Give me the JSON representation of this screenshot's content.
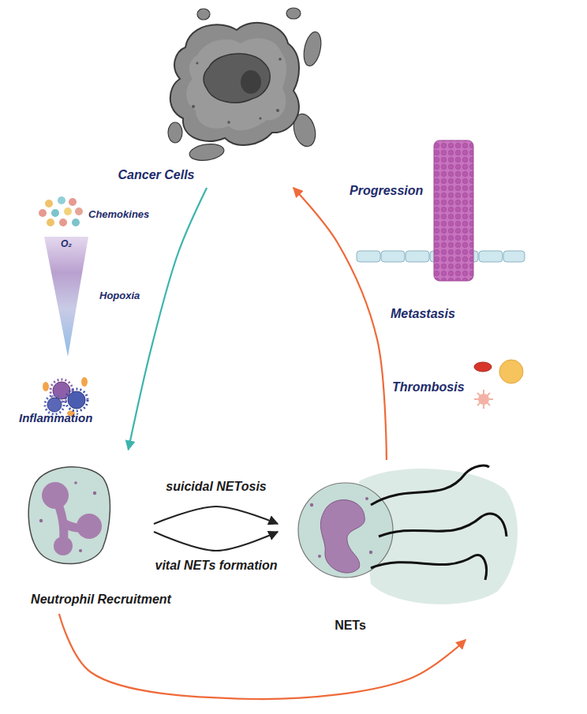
{
  "diagram": {
    "nodes": [
      {
        "text": [
          "Cancer Cells"
        ]
      },
      {
        "text": [
          "Neutrophil Recruitment"
        ]
      },
      {
        "text": [
          "NETs"
        ]
      }
    ],
    "edges": [
      {
        "from": 0,
        "to": 1,
        "arrow": "to"
      },
      {
        "from": 1,
        "to": 2,
        "label": "suicidal NETosis",
        "arrow": "to"
      },
      {
        "from": 1,
        "to": 2,
        "label": "vital NETs formation",
        "arrow": "to"
      },
      {
        "from": 1,
        "to": 2,
        "arrow": "to"
      },
      {
        "from": 2,
        "to": 0,
        "arrow": "to"
      }
    ],
    "labels": [
      "Chemokines",
      "O₂",
      "Hopoxia",
      "Inflammation",
      "Progression",
      "Metastasis",
      "Thrombosis"
    ]
  }
}
